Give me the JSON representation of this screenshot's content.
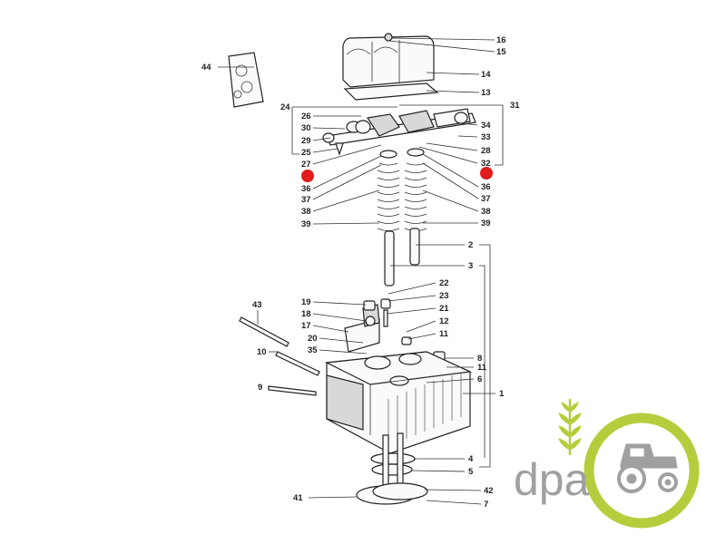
{
  "diagram": {
    "callouts": [
      {
        "id": "16",
        "label": "16"
      },
      {
        "id": "15",
        "label": "15"
      },
      {
        "id": "14",
        "label": "14"
      },
      {
        "id": "13",
        "label": "13"
      },
      {
        "id": "44",
        "label": "44"
      },
      {
        "id": "24",
        "label": "24"
      },
      {
        "id": "31",
        "label": "31"
      },
      {
        "id": "26",
        "label": "26"
      },
      {
        "id": "30",
        "label": "30"
      },
      {
        "id": "29",
        "label": "29"
      },
      {
        "id": "25",
        "label": "25"
      },
      {
        "id": "27",
        "label": "27"
      },
      {
        "id": "34",
        "label": "34"
      },
      {
        "id": "33",
        "label": "33"
      },
      {
        "id": "28",
        "label": "28"
      },
      {
        "id": "32",
        "label": "32"
      },
      {
        "id": "36l",
        "label": "36"
      },
      {
        "id": "37l",
        "label": "37"
      },
      {
        "id": "38l",
        "label": "38"
      },
      {
        "id": "39l",
        "label": "39"
      },
      {
        "id": "36r",
        "label": "36"
      },
      {
        "id": "37r",
        "label": "37"
      },
      {
        "id": "38r",
        "label": "38"
      },
      {
        "id": "39r",
        "label": "39"
      },
      {
        "id": "2",
        "label": "2"
      },
      {
        "id": "3",
        "label": "3"
      },
      {
        "id": "43",
        "label": "43"
      },
      {
        "id": "19",
        "label": "19"
      },
      {
        "id": "18",
        "label": "18"
      },
      {
        "id": "17",
        "label": "17"
      },
      {
        "id": "20",
        "label": "20"
      },
      {
        "id": "35",
        "label": "35"
      },
      {
        "id": "22",
        "label": "22"
      },
      {
        "id": "23",
        "label": "23"
      },
      {
        "id": "21",
        "label": "21"
      },
      {
        "id": "12",
        "label": "12"
      },
      {
        "id": "11a",
        "label": "11"
      },
      {
        "id": "10",
        "label": "10"
      },
      {
        "id": "8",
        "label": "8"
      },
      {
        "id": "11b",
        "label": "11"
      },
      {
        "id": "6",
        "label": "6"
      },
      {
        "id": "1",
        "label": "1"
      },
      {
        "id": "9",
        "label": "9"
      },
      {
        "id": "4",
        "label": "4"
      },
      {
        "id": "5",
        "label": "5"
      },
      {
        "id": "42",
        "label": "42"
      },
      {
        "id": "41",
        "label": "41"
      },
      {
        "id": "7",
        "label": "7"
      }
    ]
  },
  "logo": {
    "text": "dpa",
    "text_color": "#a0a0a0",
    "accent_color": "#b5cd3c",
    "icon": "tractor-icon",
    "wheat_icon": "wheat-icon"
  },
  "markers": {
    "color": "#e01b1b"
  }
}
